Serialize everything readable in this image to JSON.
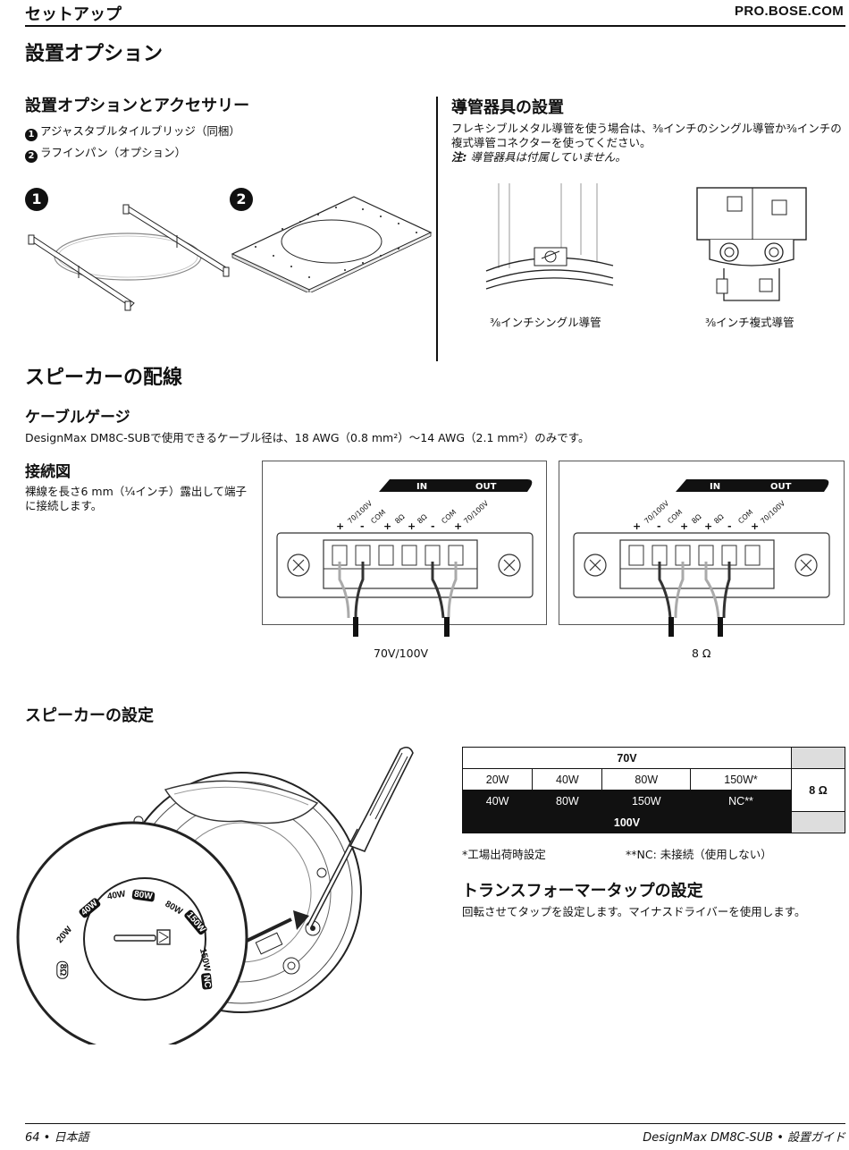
{
  "header": {
    "section": "セットアップ",
    "site": "PRO.BOSE.COM"
  },
  "install_options": {
    "title": "設置オプション",
    "accessories": {
      "title": "設置オプションとアクセサリー",
      "items": [
        {
          "num": "1",
          "label": "アジャスタブルタイルブリッジ（同梱）"
        },
        {
          "num": "2",
          "label": "ラフインパン（オプション）"
        }
      ]
    },
    "conduit": {
      "title": "導管器具の設置",
      "line1": "フレキシブルメタル導管を使う場合は、⅜インチのシングル導管か⅜インチの",
      "line2": "複式導管コネクターを使ってください。",
      "note_label": "注:",
      "note_text": " 導管器具は付属していません。",
      "caption_single": "⅜インチシングル導管",
      "caption_dual": "⅜インチ複式導管"
    }
  },
  "wiring": {
    "title": "スピーカーの配線",
    "cable": {
      "title": "ケーブルゲージ",
      "text": "DesignMax DM8C-SUBで使用できるケーブル径は、18 AWG（0.8 mm²）〜14 AWG（2.1 mm²）のみです。"
    },
    "connection": {
      "title": "接続図",
      "line1": "裸線を長さ6 mm（¼インチ）露出して端子",
      "line2": "に接続します。"
    },
    "diagram_labels": {
      "in": "IN",
      "out": "OUT",
      "terms": [
        "70/100V",
        "COM",
        "8Ω",
        "8Ω",
        "COM",
        "70/100V"
      ],
      "signs": [
        "+",
        "-",
        "+",
        "+",
        "-",
        "+"
      ]
    },
    "caption_70v": "70V/100V",
    "caption_8ohm": "8 Ω"
  },
  "settings": {
    "title": "スピーカーの設定",
    "dial_labels": [
      "20W",
      "40W",
      "40W",
      "80W",
      "80W",
      "150W",
      "150W",
      "NC",
      "8Ω"
    ],
    "table": {
      "header_70v": "70V",
      "row_70v": [
        "20W",
        "40W",
        "80W",
        "150W*"
      ],
      "row_100v": [
        "40W",
        "80W",
        "150W",
        "NC**"
      ],
      "footer_100v": "100V",
      "ohm": "8 Ω"
    },
    "note1": "*工場出荷時設定",
    "note2": "**NC: 未接続（使用しない）",
    "tap": {
      "title": "トランスフォーマータップの設定",
      "text": "回転させてタップを設定します。マイナスドライバーを使用します。"
    }
  },
  "footer": {
    "left": "64 • 日本語",
    "right": "DesignMax DM8C-SUB • 設置ガイド"
  }
}
